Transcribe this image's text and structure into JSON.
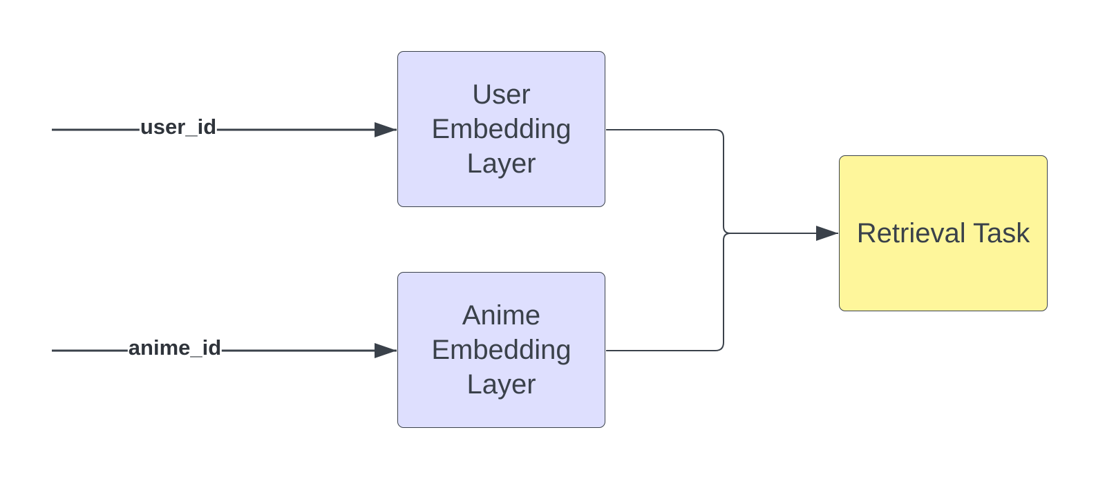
{
  "nodes": {
    "user_embedding": {
      "label": "User Embedding Layer",
      "lines": [
        "User",
        "Embedding",
        "Layer"
      ],
      "color": "#dedffe"
    },
    "anime_embedding": {
      "label": "Anime Embedding Layer",
      "lines": [
        "Anime",
        "Embedding",
        "Layer"
      ],
      "color": "#dedffe"
    },
    "retrieval_task": {
      "label": "Retrieval Task",
      "color": "#fef69b"
    }
  },
  "edges": {
    "user_input": {
      "label": "user_id",
      "from": "",
      "to": "user_embedding"
    },
    "anime_input": {
      "label": "anime_id",
      "from": "",
      "to": "anime_embedding"
    },
    "user_to_task": {
      "from": "user_embedding",
      "to": "retrieval_task"
    },
    "anime_to_task": {
      "from": "anime_embedding",
      "to": "retrieval_task"
    }
  },
  "style": {
    "stroke": "#3a414a",
    "text": "#3a414a"
  }
}
